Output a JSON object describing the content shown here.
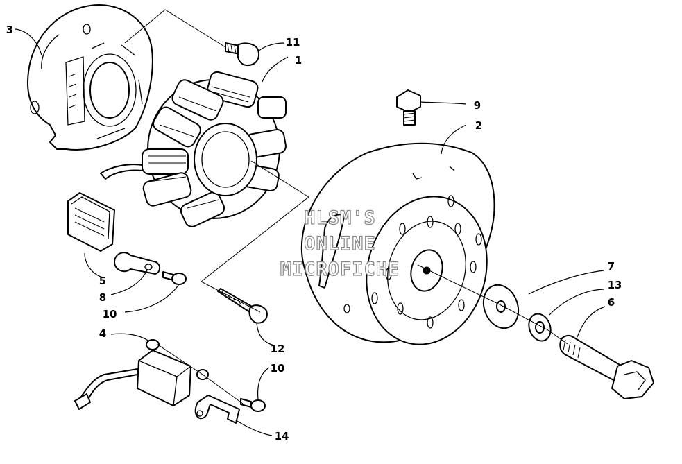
{
  "watermark": {
    "line1": "HLSM'S",
    "line2": "ONLINE",
    "line3": "MICROFICHE"
  },
  "callouts": [
    {
      "id": "c11",
      "label": "11"
    },
    {
      "id": "c1",
      "label": "1"
    },
    {
      "id": "c3",
      "label": "3"
    },
    {
      "id": "c9",
      "label": "9"
    },
    {
      "id": "c2",
      "label": "2"
    },
    {
      "id": "c5",
      "label": "5"
    },
    {
      "id": "c8",
      "label": "8"
    },
    {
      "id": "c10a",
      "label": "10"
    },
    {
      "id": "c12",
      "label": "12"
    },
    {
      "id": "c4",
      "label": "4"
    },
    {
      "id": "c10b",
      "label": "10"
    },
    {
      "id": "c14",
      "label": "14"
    },
    {
      "id": "c7",
      "label": "7"
    },
    {
      "id": "c13",
      "label": "13"
    },
    {
      "id": "c6",
      "label": "6"
    }
  ]
}
